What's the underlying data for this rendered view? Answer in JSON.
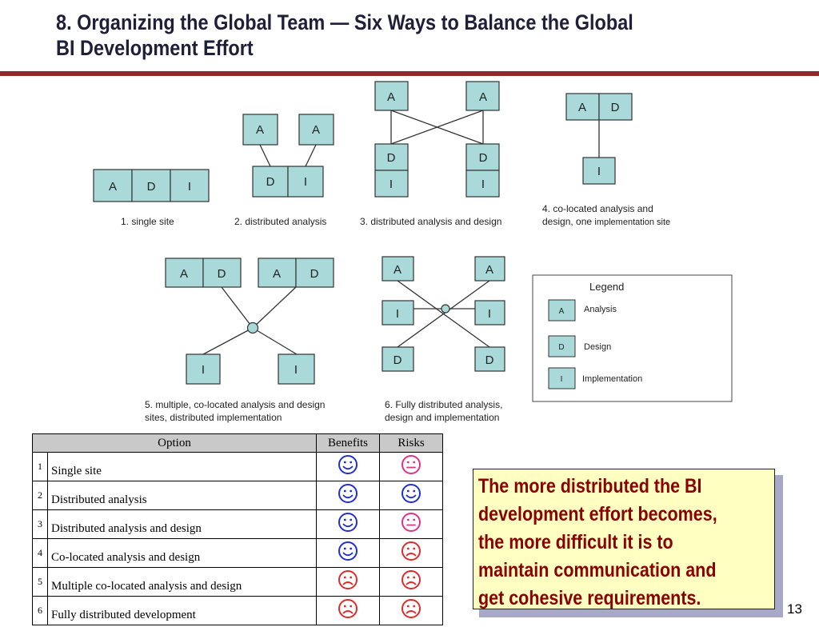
{
  "slide": {
    "title_line1": "8. Organizing the Global Team — Six Ways to Balance the Global",
    "title_line2": "BI Development Effort",
    "page_number": "13"
  },
  "diagram": {
    "letters": {
      "A": "A",
      "D": "D",
      "I": "I"
    },
    "captions": {
      "c1": "1. single site",
      "c2": "2. distributed analysis",
      "c3": "3. distributed analysis and design",
      "c4_line1": "4. co-located analysis and",
      "c4_line2a": "design, one ",
      "c4_line2b": "implementation site",
      "c5_line1": "5. multiple, co-located analysis and design",
      "c5_line2": "sites, distributed implementation",
      "c6_line1": "6. Fully distributed analysis,",
      "c6_line2": "design and implementation"
    },
    "legend": {
      "title": "Legend",
      "items": [
        {
          "key": "A",
          "label": "Analysis"
        },
        {
          "key": "D",
          "label": "Design"
        },
        {
          "key": "I",
          "label": "Implementation"
        }
      ]
    },
    "colors": {
      "box_fill": "#a9d9d9",
      "box_stroke": "#333333"
    }
  },
  "table": {
    "headers": {
      "option": "Option",
      "benefits": "Benefits",
      "risks": "Risks"
    },
    "rows": [
      {
        "num": "1",
        "option": "Single site",
        "benefits": "happy",
        "risks": "neutral"
      },
      {
        "num": "2",
        "option": "Distributed analysis",
        "benefits": "happy",
        "risks": "happy"
      },
      {
        "num": "3",
        "option": "Distributed analysis and design",
        "benefits": "happy",
        "risks": "neutral"
      },
      {
        "num": "4",
        "option": "Co-located analysis and design",
        "benefits": "happy",
        "risks": "sad"
      },
      {
        "num": "5",
        "option": "Multiple co-located analysis and design",
        "benefits": "sad",
        "risks": "sad"
      },
      {
        "num": "6",
        "option": "Fully distributed development",
        "benefits": "sad",
        "risks": "sad"
      }
    ],
    "face_colors": {
      "happy": "#1f2fd6",
      "neutral": "#e0308a",
      "sad": "#e02a2a"
    }
  },
  "callout": {
    "lines": [
      "The more distributed the BI",
      "development effort becomes,",
      "the more difficult it is to",
      "maintain communication and",
      "get cohesive requirements."
    ]
  },
  "theme": {
    "rule_color": "#8e2a2a",
    "title_color": "#1f1f3a",
    "callout_text": "#8b0000",
    "callout_fill": "#ffffc2"
  }
}
